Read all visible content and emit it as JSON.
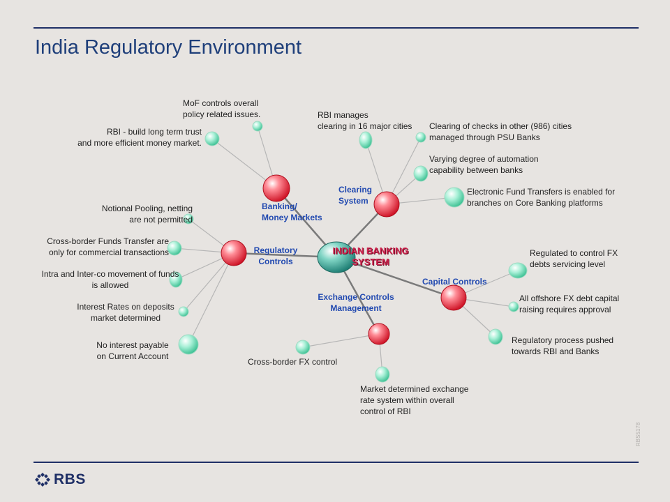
{
  "title": "India Regulatory Environment",
  "center": {
    "line1": "INDIAN BANKING",
    "line2": "SYSTEM"
  },
  "hubs": {
    "banking": {
      "line1": "Banking/",
      "line2": "Money Markets"
    },
    "clearing": {
      "line1": "Clearing",
      "line2": "System"
    },
    "regulatory": {
      "line1": "Regulatory",
      "line2": "Controls"
    },
    "capital": {
      "line1": "Capital Controls"
    },
    "exchange": {
      "line1": "Exchange Controls",
      "line2": "Management"
    }
  },
  "leaves": {
    "mof": {
      "line1": "MoF controls overall",
      "line2": "policy related issues."
    },
    "rbi_trust": {
      "line1": "RBI - build long term trust",
      "line2": "and more efficient money market."
    },
    "rbi_clearing": {
      "line1": "RBI manages",
      "line2": "clearing in 16 major cities"
    },
    "psu_clearing": {
      "line1": "Clearing of checks in other (986) cities",
      "line2": "managed through PSU Banks"
    },
    "automation": {
      "line1": "Varying degree of automation",
      "line2": "capability between banks"
    },
    "eft": {
      "line1": "Electronic Fund Transfers is enabled for",
      "line2": "branches on Core Banking platforms"
    },
    "pooling": {
      "line1": "Notional Pooling, netting",
      "line2": "are not permitted"
    },
    "crossborder_funds": {
      "line1": "Cross-border Funds Transfer are",
      "line2": "only for commercial transactions"
    },
    "interco": {
      "line1": "Intra and Inter-co movement of funds",
      "line2": "is allowed"
    },
    "interest_deposits": {
      "line1": "Interest Rates on deposits",
      "line2": "market determined"
    },
    "no_interest": {
      "line1": "No interest payable",
      "line2": "on Current  Account"
    },
    "fx_debts": {
      "line1": "Regulated to control FX",
      "line2": "debts servicing level"
    },
    "offshore_debt": {
      "line1": "All offshore FX debt capital",
      "line2": "raising requires approval"
    },
    "reg_process": {
      "line1": "Regulatory process pushed",
      "line2": "towards RBI and Banks"
    },
    "crossborder_fx": {
      "line1": "Cross-border FX control"
    },
    "market_rate": {
      "line1": "Market determined exchange",
      "line2": "rate system within overall",
      "line3": "control of RBI"
    }
  },
  "footer": {
    "brand": "RBS",
    "code": "RBS5178"
  },
  "colors": {
    "title": "#1f3f7a",
    "hub_label": "#2149b0",
    "center_label": "#d0244f",
    "hub_node": "#e8303f",
    "leaf_node": "#7fe0c0",
    "center_node": "#3fb8a0",
    "rule": "#1f2f66"
  }
}
